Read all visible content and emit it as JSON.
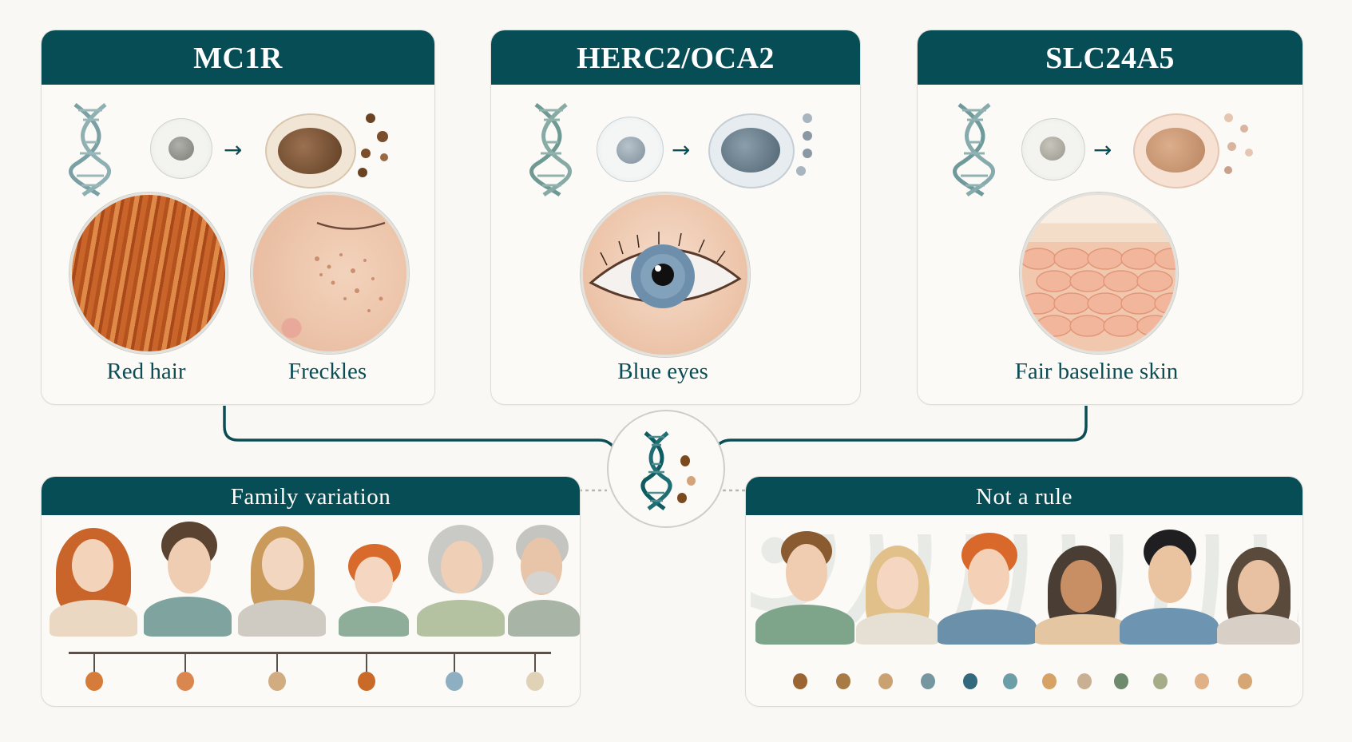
{
  "genes": [
    {
      "title": "MC1R",
      "pigment_colors": [
        "#6b4322",
        "#9a6a44",
        "#7a4e2a"
      ],
      "traits": [
        {
          "label": "Red hair",
          "icon": "red-hair-icon"
        },
        {
          "label": "Freckles",
          "icon": "freckles-icon"
        }
      ]
    },
    {
      "title": "HERC2/OCA2",
      "pigment_colors": [
        "#8a98a4",
        "#6f7f8e",
        "#a8b4be"
      ],
      "traits": [
        {
          "label": "Blue eyes",
          "icon": "blue-eye-icon"
        }
      ]
    },
    {
      "title": "SLC24A5",
      "pigment_colors": [
        "#d9b5a0",
        "#e6c6b2",
        "#caa08a"
      ],
      "traits": [
        {
          "label": "Fair baseline skin",
          "icon": "skin-cells-icon"
        }
      ]
    }
  ],
  "hub": {
    "icon": "dna-pigment-icon",
    "dot_colors": [
      "#7a4a1e",
      "#d3a47c",
      "#7a4a1e"
    ]
  },
  "family": {
    "title": "Family variation",
    "people": [
      {
        "hair": "#c9642a",
        "shirt": "#ead8c2",
        "dot": "#d57c3a"
      },
      {
        "hair": "#5a4330",
        "shirt": "#7fa4a0",
        "dot": "#d9874e"
      },
      {
        "hair": "#c99a5a",
        "shirt": "#cfcac2",
        "dot": "#d0ac80"
      },
      {
        "hair": "#d86a2c",
        "shirt": "#8eae9a",
        "dot": "#c96a28"
      },
      {
        "hair": "#c9c9c5",
        "shirt": "#b4c2a2",
        "dot": "#8eaec2"
      },
      {
        "hair": "#c4c4c0",
        "shirt": "#a8b4a6",
        "dot": "#e0d2b6"
      }
    ]
  },
  "not_a_rule": {
    "title": "Not a rule",
    "people": [
      {
        "hair": "#8a5a30",
        "shirt": "#7ea48a",
        "skin": "#f0cdb0"
      },
      {
        "hair": "#e2c08a",
        "shirt": "#e6e0d4",
        "skin": "#f5d6c0"
      },
      {
        "hair": "#d8692a",
        "shirt": "#6a90aa",
        "skin": "#f3d0b6"
      },
      {
        "hair": "#4a3d34",
        "shirt": "#e4c7a2",
        "skin": "#c98f64"
      },
      {
        "hair": "#1f1f22",
        "shirt": "#6d95b2",
        "skin": "#eac4a0"
      },
      {
        "hair": "#5a4a3c",
        "shirt": "#d8d0c6",
        "skin": "#e8c0a2"
      }
    ],
    "dot_colors": [
      "#9a6532",
      "#a87a46",
      "#caa272",
      "#76979f",
      "#33697c",
      "#6c9ea8",
      "#d6a266",
      "#cab092",
      "#6d8a6c",
      "#a4ac88",
      "#e0b086",
      "#d6a674"
    ]
  },
  "colors": {
    "header_teal": "#064d56",
    "caption_teal": "#0b4d55",
    "connector": "#0b4d55",
    "background": "#f9f8f4"
  }
}
